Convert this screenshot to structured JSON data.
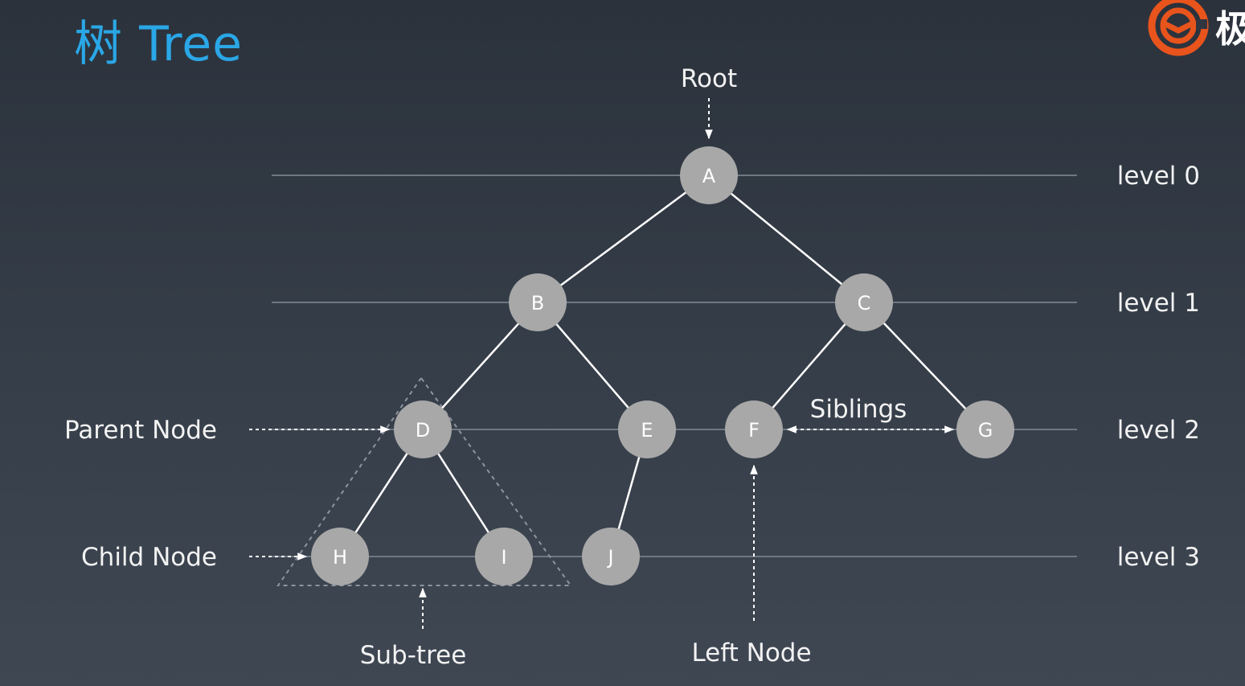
{
  "title": "树 Tree",
  "brand": {
    "char": "极",
    "logo_icon": "geekbang-logo-icon",
    "color": "#e8541c"
  },
  "colors": {
    "title": "#2aa7e6",
    "node_fill": "#a8a8a8",
    "edge": "#ffffff",
    "level_line": "#6f7782",
    "label": "#f2f2f2"
  },
  "levels": [
    "level 0",
    "level 1",
    "level 2",
    "level 3"
  ],
  "nodes": {
    "A": "A",
    "B": "B",
    "C": "C",
    "D": "D",
    "E": "E",
    "F": "F",
    "G": "G",
    "H": "H",
    "I": "I",
    "J": "J"
  },
  "edges": [
    [
      "A",
      "B"
    ],
    [
      "A",
      "C"
    ],
    [
      "B",
      "D"
    ],
    [
      "B",
      "E"
    ],
    [
      "C",
      "F"
    ],
    [
      "C",
      "G"
    ],
    [
      "D",
      "H"
    ],
    [
      "D",
      "I"
    ],
    [
      "E",
      "J"
    ]
  ],
  "annotations": {
    "root": "Root",
    "parent_node": "Parent Node",
    "child_node": "Child Node",
    "siblings": "Siblings",
    "sub_tree": "Sub-tree",
    "left_node": "Left Node"
  }
}
